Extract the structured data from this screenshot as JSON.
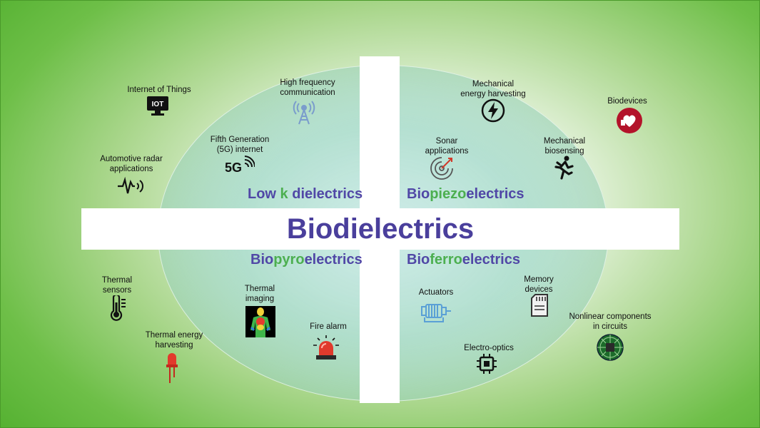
{
  "title": "Biodielectrics",
  "quadrants": {
    "top_left": {
      "pre": "Low ",
      "mid": "k",
      "post": " dielectrics"
    },
    "top_right": {
      "pre": "Bio",
      "mid": "piezo",
      "post": "electrics"
    },
    "bottom_left": {
      "pre": "Bio",
      "mid": "pyro",
      "post": "electrics"
    },
    "bottom_right": {
      "pre": "Bio",
      "mid": "ferro",
      "post": "electrics"
    }
  },
  "labels": {
    "iot": [
      "Internet of Things"
    ],
    "iot_badge": "IOT",
    "high_freq": [
      "High frequency",
      "communication"
    ],
    "fifth_gen": [
      "Fifth Generation",
      "(5G) internet"
    ],
    "fifth_gen_badge": "5G",
    "auto_radar": [
      "Automotive radar",
      "applications"
    ],
    "mech_harvest": [
      "Mechanical",
      "energy harvesting"
    ],
    "biodevices": [
      "Biodevices"
    ],
    "sonar": [
      "Sonar",
      "applications"
    ],
    "mech_biosensing": [
      "Mechanical",
      "biosensing"
    ],
    "thermal_sensors": [
      "Thermal",
      "sensors"
    ],
    "thermal_imaging": [
      "Thermal",
      "imaging"
    ],
    "fire_alarm": [
      "Fire alarm"
    ],
    "thermal_harvest": [
      "Thermal energy",
      "harvesting"
    ],
    "actuators": [
      "Actuators"
    ],
    "memory": [
      "Memory",
      "devices"
    ],
    "nonlinear": [
      "Nonlinear components",
      "in circuits"
    ],
    "electro_optics": [
      "Electro-optics"
    ]
  },
  "icons": {
    "iot": "iot-monitor-icon",
    "high_freq": "antenna-tower-icon",
    "fifth_gen": "5g-signal-icon",
    "auto_radar": "radar-wave-icon",
    "mech_harvest": "lightning-bolt-icon",
    "biodevices": "heart-device-icon",
    "sonar": "sonar-target-icon",
    "mech_biosensing": "running-person-icon",
    "thermal_sensors": "thermometer-icon",
    "thermal_imaging": "thermal-body-icon",
    "fire_alarm": "siren-icon",
    "thermal_harvest": "led-icon",
    "actuators": "motor-icon",
    "memory": "sd-card-icon",
    "nonlinear": "circuit-chip-icon",
    "electro_optics": "microchip-icon"
  },
  "colors": {
    "title": "#4a3f9c",
    "quad_text": "#5047a6",
    "quad_highlight": "#4caf50",
    "background": "#6ebf48"
  }
}
